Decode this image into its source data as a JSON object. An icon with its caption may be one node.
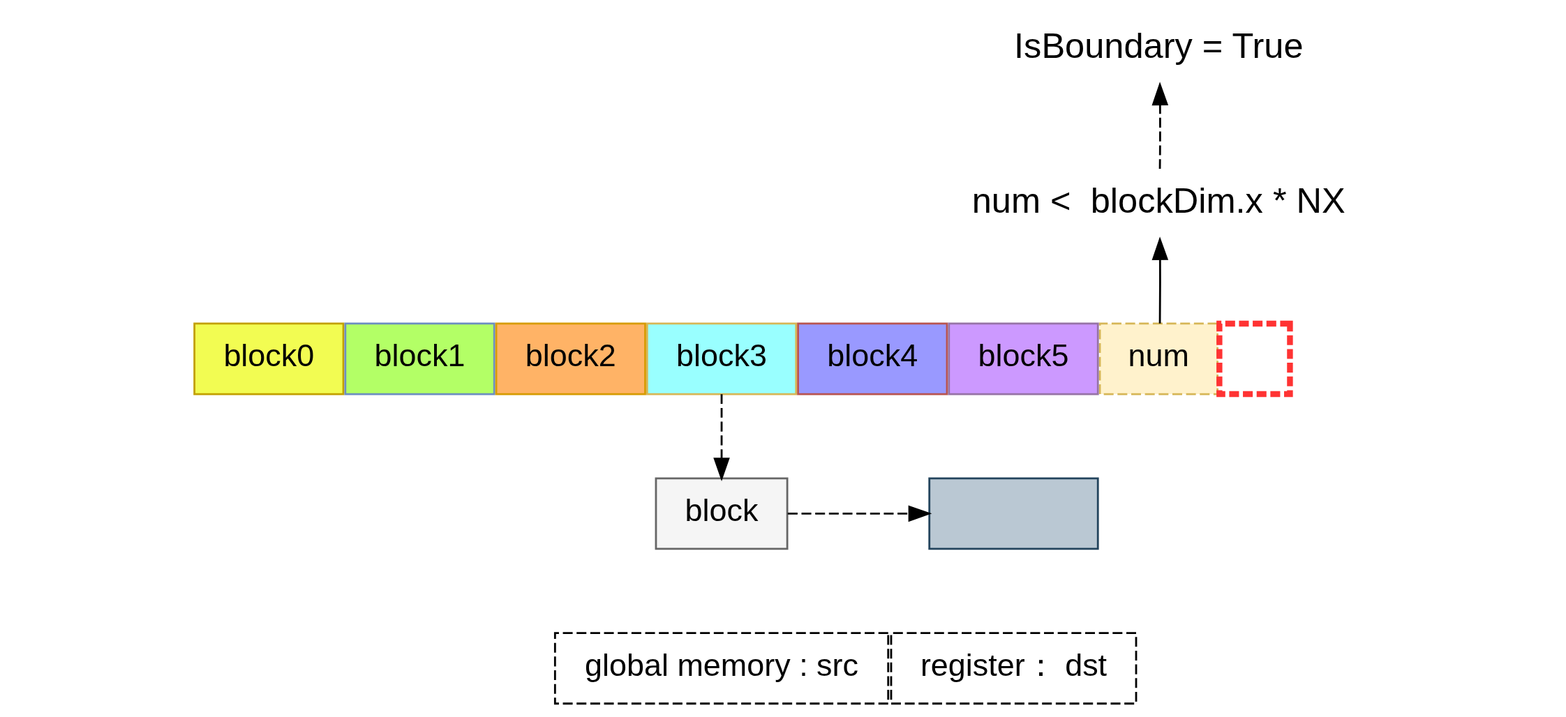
{
  "diagram": {
    "nodes": [
      {
        "text": [
          "IsBoundary = True"
        ]
      },
      {
        "text": [
          "num <  blockDim.x * NX"
        ]
      },
      {
        "text": [
          "block0"
        ]
      },
      {
        "text": [
          "block1"
        ]
      },
      {
        "text": [
          "block2"
        ]
      },
      {
        "text": [
          "block3"
        ]
      },
      {
        "text": [
          "block4"
        ]
      },
      {
        "text": [
          "block5"
        ]
      },
      {
        "text": [
          "num"
        ]
      },
      {
        "text": [],
        "shape": "box"
      },
      {
        "text": [
          "block"
        ]
      },
      {
        "text": [],
        "shape": "box"
      },
      {
        "text": [
          "global memory : src"
        ]
      },
      {
        "text": [
          "register： dst"
        ]
      }
    ],
    "edges": [
      {
        "from": 1,
        "to": 0,
        "arrow": "to",
        "style": "dashed"
      },
      {
        "from": 8,
        "to": 1,
        "arrow": "to"
      },
      {
        "from": 5,
        "to": 10,
        "arrow": "to",
        "style": "dashed"
      },
      {
        "from": 10,
        "to": 11,
        "arrow": "to",
        "style": "dashed"
      }
    ]
  }
}
